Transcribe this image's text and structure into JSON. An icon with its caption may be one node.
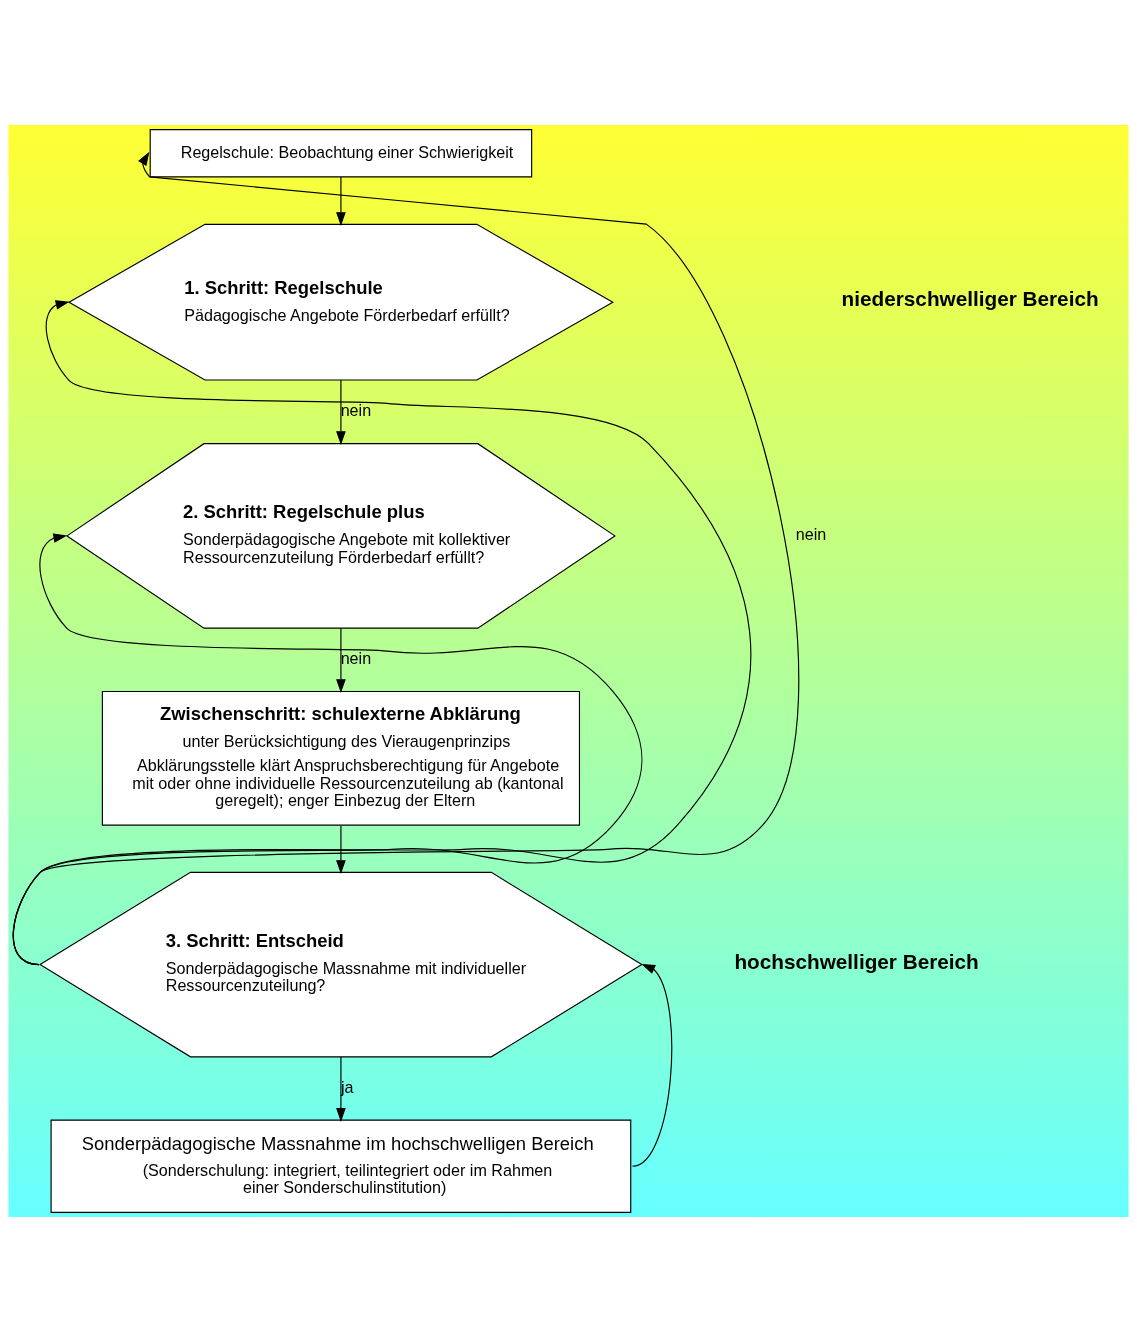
{
  "diagram": {
    "nodes": [
      {
        "text": [
          "Regelschule: Beobachtung einer Schwierigkeit"
        ]
      },
      {
        "text": [
          "1. Schritt: Regelschule",
          "Pädagogische Angebote Förderbedarf erfüllt?"
        ]
      },
      {
        "text": [
          "2. Schritt: Regelschule plus",
          "Sonderpädagogische Angebote mit kollektiver Ressourcenzuteilung Förderbedarf erfüllt?"
        ]
      },
      {
        "text": [
          "Zwischenschritt: schulexterne Abklärung",
          "unter Berücksichtigung des Vieraugenprinzips",
          "Abklärungsstelle klärt Anspruchsberechtigung für Angebote mit oder ohne individuelle Ressourcenzuteilung ab (kantonal geregelt); enger Einbezug der Eltern"
        ]
      },
      {
        "text": [
          "3. Schritt: Entscheid",
          "Sonderpädagogische Massnahme mit individueller Ressourcenzuteilung?"
        ]
      },
      {
        "text": [
          "Sonderpädagogische Massnahme im hochschwelligen Bereich",
          "(Sonderschulung: integriert, teilintegriert oder im Rahmen einer Sonderschulinstitution)"
        ]
      }
    ],
    "edges": [
      {
        "from": 0,
        "to": 1,
        "arrow": "to"
      },
      {
        "from": 1,
        "to": 2,
        "arrow": "to",
        "label": "nein"
      },
      {
        "from": 2,
        "to": 3,
        "arrow": "to",
        "label": "nein"
      },
      {
        "from": 3,
        "to": 4,
        "arrow": "to"
      },
      {
        "from": 4,
        "to": 5,
        "arrow": "to",
        "label": "ja"
      },
      {
        "from": 5,
        "to": 4,
        "arrow": "to"
      },
      {
        "from": 4,
        "to": 0,
        "arrow": "to",
        "label": "nein"
      },
      {
        "from": 4,
        "to": 1,
        "arrow": "to"
      },
      {
        "from": 4,
        "to": 2,
        "arrow": "to"
      }
    ],
    "labels": [
      "niederschwelliger Bereich",
      "hochschwelliger Bereich"
    ]
  }
}
